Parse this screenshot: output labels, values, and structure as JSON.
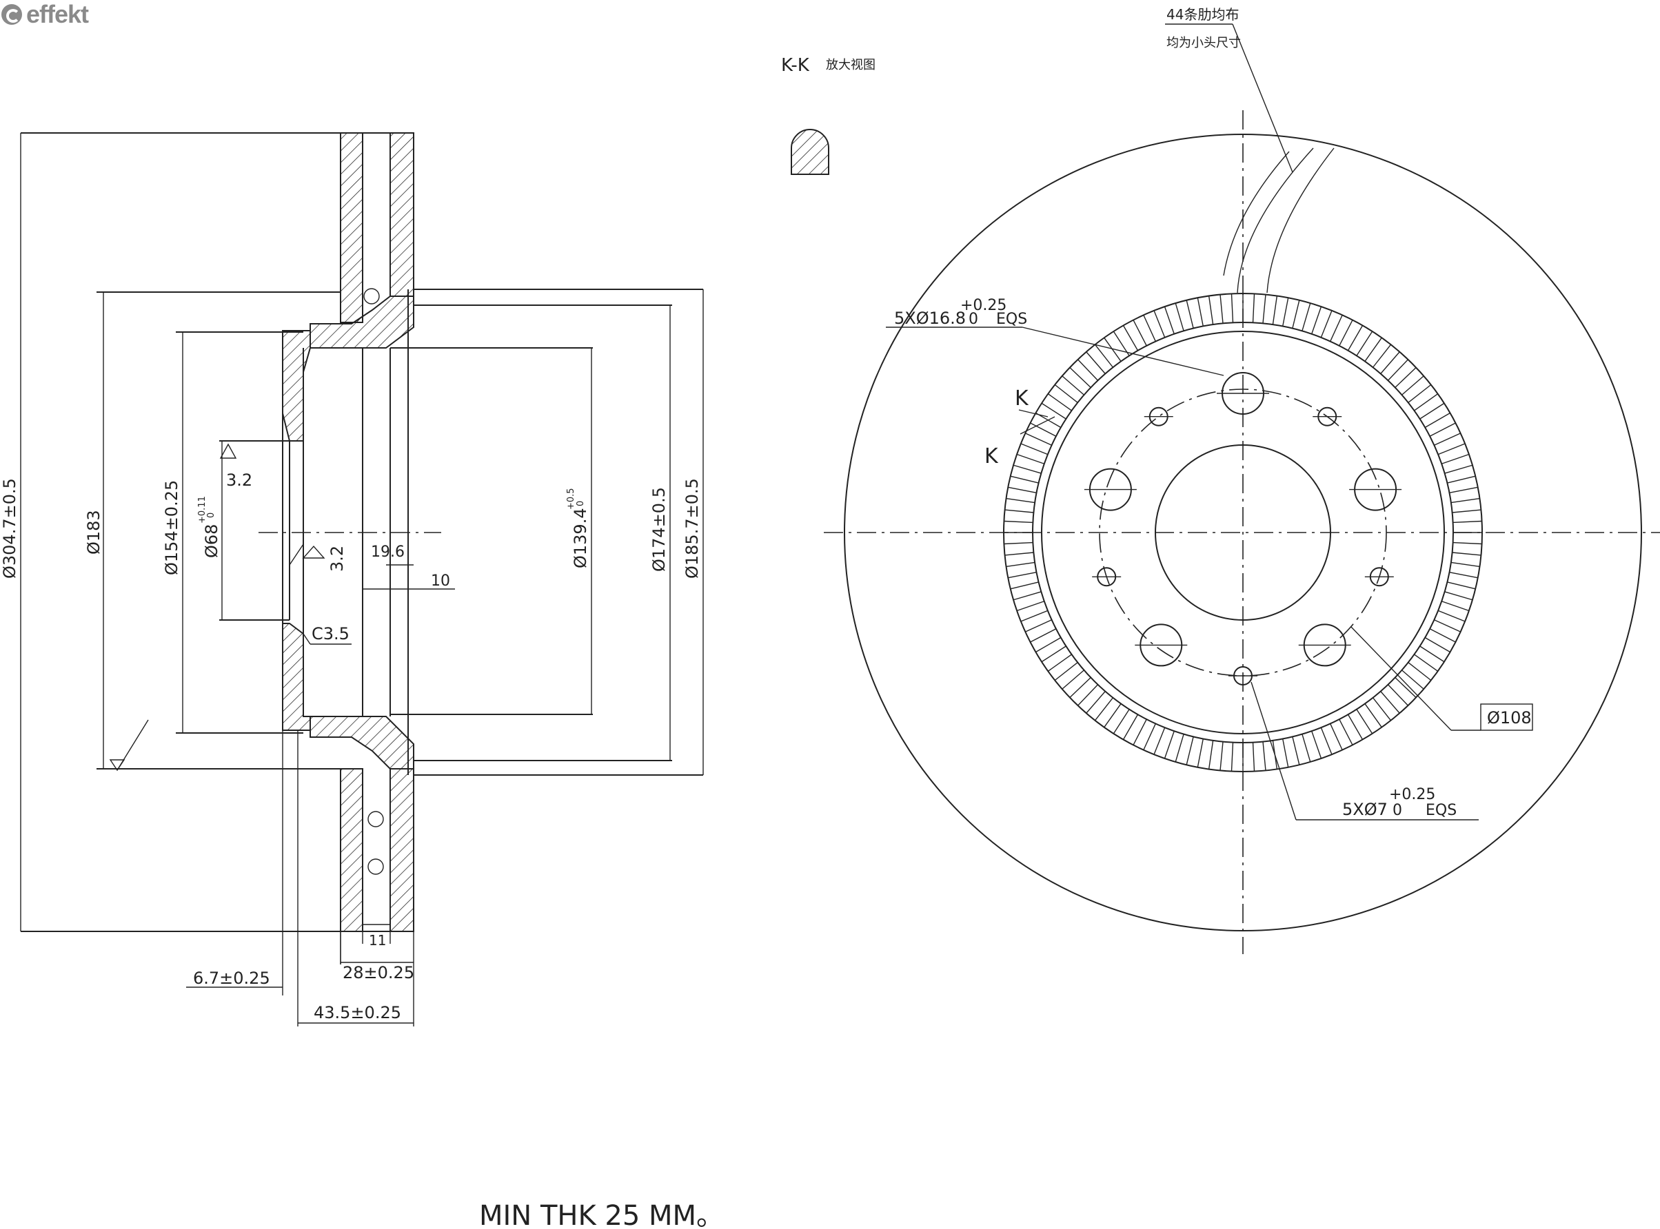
{
  "brand": {
    "name": "effekt",
    "color": "#8a8a8a"
  },
  "section_view": {
    "dims": {
      "overall_dia": "Ø304.7±0.5",
      "hat_dia": "Ø183",
      "hub_dia": "Ø154±0.25",
      "bore_dia": "Ø68",
      "bore_tol_upper": "+0.11",
      "bore_tol_lower": "0",
      "pcd_inner_dia": "Ø139.4",
      "pcd_inner_tol_upper": "+0.5",
      "pcd_inner_tol_lower": "0",
      "dia_174": "Ø174±0.5",
      "dia_185": "Ø185.7±0.5",
      "roughness_a": "3.2",
      "roughness_b": "3.2",
      "width_19_6": "19.6",
      "width_10": "10",
      "chamfer": "C3.5",
      "vane_11": "11",
      "thk_28": "28±0.25",
      "offset_6_7": "6.7±0.25",
      "height_43_5": "43.5±0.25"
    }
  },
  "detail": {
    "title": "K-K",
    "title_cn": "放大视图"
  },
  "front_view": {
    "rib_note_line1": "44条肋均布",
    "rib_note_line2": "均为小头尺寸",
    "big_holes": "5XØ16.8",
    "big_holes_tol_upper": "+0.25",
    "big_holes_tol_lower": "0",
    "big_holes_suffix": "EQS",
    "small_holes": "5XØ7",
    "small_holes_tol_upper": "+0.25",
    "small_holes_tol_lower": "0",
    "small_holes_suffix": "EQS",
    "pcd_box": "Ø108",
    "section_mark_1": "K",
    "section_mark_2": "K"
  },
  "footer_note": "MIN THK 25 MM。"
}
